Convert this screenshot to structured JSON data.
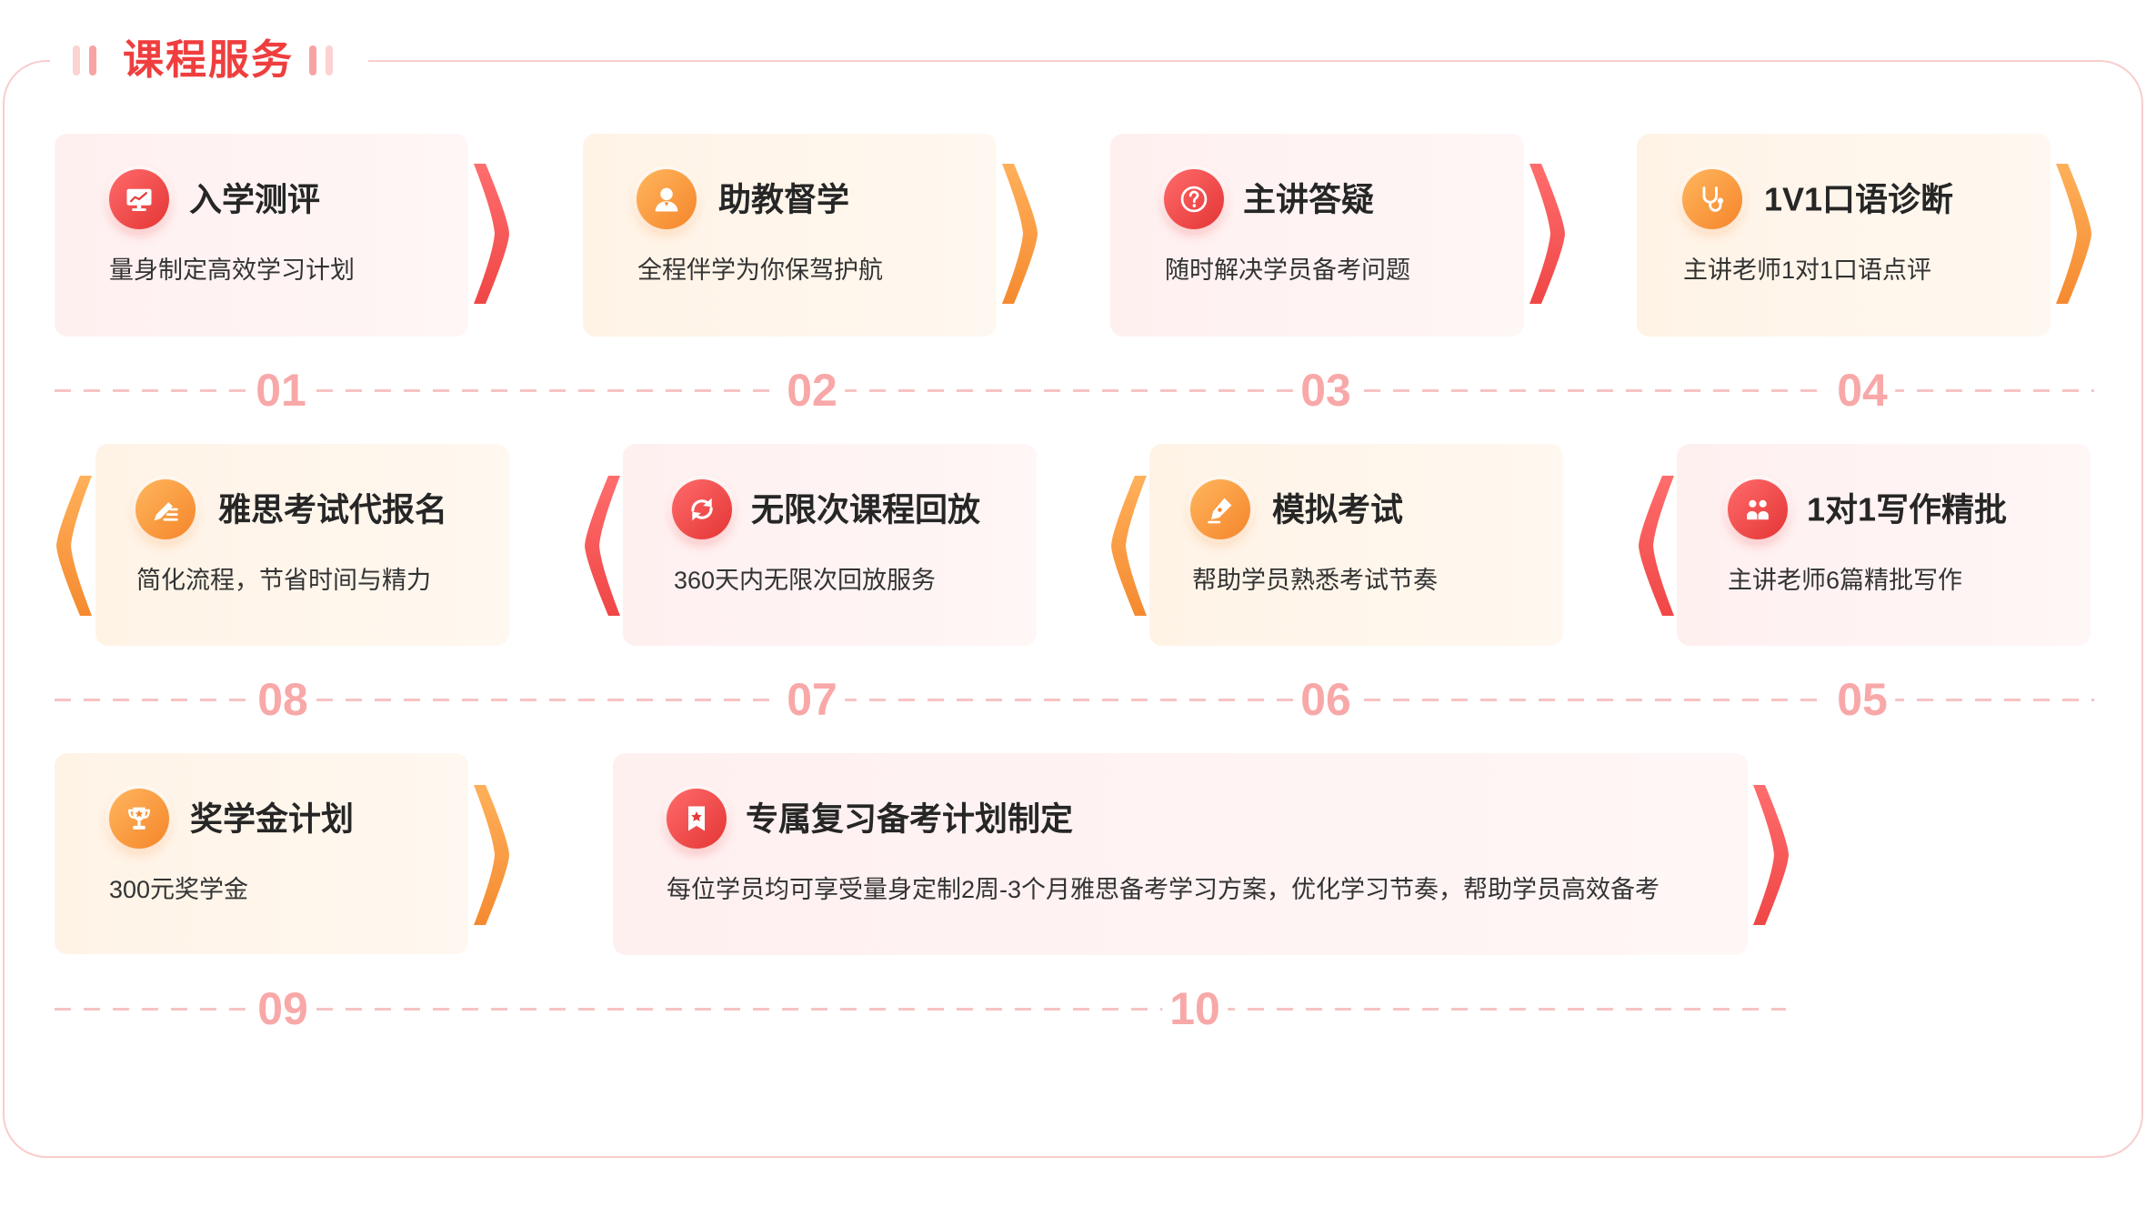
{
  "header": {
    "title": "课程服务"
  },
  "cards": [
    {
      "num": "01",
      "title": "入学测评",
      "desc": "量身制定高效学习计划",
      "icon": "monitor-chart-icon",
      "accent": "#e83c3c"
    },
    {
      "num": "02",
      "title": "助教督学",
      "desc": "全程伴学为你保驾护航",
      "icon": "person-icon",
      "accent": "#f5862d"
    },
    {
      "num": "03",
      "title": "主讲答疑",
      "desc": "随时解决学员备考问题",
      "icon": "question-icon",
      "accent": "#e83c3c"
    },
    {
      "num": "04",
      "title": "1V1口语诊断",
      "desc": "主讲老师1对1口语点评",
      "icon": "stethoscope-icon",
      "accent": "#f5862d"
    },
    {
      "num": "05",
      "title": "1对1写作精批",
      "desc": "主讲老师6篇精批写作",
      "icon": "two-people-icon",
      "accent": "#e83c3c"
    },
    {
      "num": "06",
      "title": "模拟考试",
      "desc": "帮助学员熟悉考试节奏",
      "icon": "pen-nib-icon",
      "accent": "#f5862d"
    },
    {
      "num": "07",
      "title": "无限次课程回放",
      "desc": "360天内无限次回放服务",
      "icon": "replay-icon",
      "accent": "#e83c3c"
    },
    {
      "num": "08",
      "title": "雅思考试代报名",
      "desc": "简化流程，节省时间与精力",
      "icon": "edit-list-icon",
      "accent": "#f5862d"
    },
    {
      "num": "09",
      "title": "奖学金计划",
      "desc": "300元奖学金",
      "icon": "trophy-icon",
      "accent": "#f5862d"
    },
    {
      "num": "10",
      "title": "专属复习备考计划制定",
      "desc": "每位学员均可享受量身定制2周-3个月雅思备考学习方案，优化学习节奏，帮助学员高效备考",
      "icon": "bookmark-star-icon",
      "accent": "#e83c3c"
    }
  ],
  "colors": {
    "title_red": "#ef3e3e",
    "accent_red": "#e83c3c",
    "accent_orange": "#f5862d",
    "step_number": "#f8a8a8",
    "border_pink": "#f8cdcd"
  }
}
